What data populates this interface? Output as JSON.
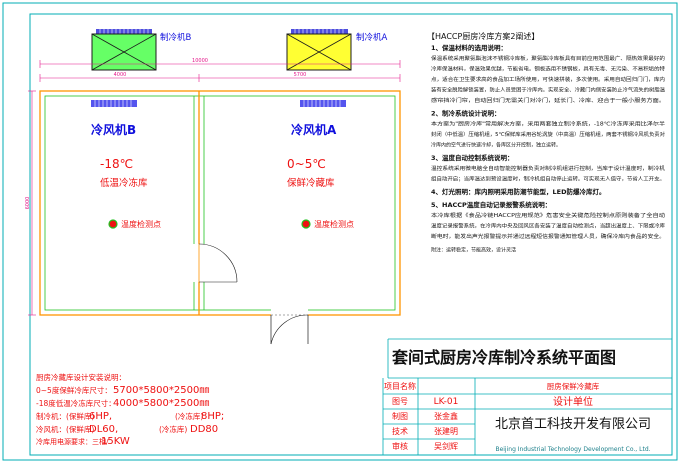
{
  "units": {
    "b_label": "制冷机B",
    "a_label": "制冷机A"
  },
  "dimensions": {
    "total": "10000",
    "left": "4000",
    "right": "5700",
    "height": "6000"
  },
  "rooms": {
    "b": {
      "fan": "冷风机B",
      "temp": "-18℃",
      "name": "低温冷冻库",
      "sensor": "温度检测点"
    },
    "a": {
      "fan": "冷风机A",
      "temp": "0~5℃",
      "name": "保鲜冷藏库",
      "sensor": "温度检测点"
    }
  },
  "plan": {
    "header": "【HACCP厨房冷库方案2阐述】",
    "sections": [
      {
        "title": "1、保温材料的选用说明：",
        "lines": [
          "保温系统采用聚氨酯泡沫不锈钢冷库板，聚氨酯冷库板具有目前应用范围最广、隔热效果最好的",
          "冷库保温材料，保温效果优越，节能省电。钢板选用不锈钢板，具有无毒、无污染、不易积垢的特",
          "点，适合在卫生要求高的食品加工场所使用，可快速拼装，多次使用。采用自动回归门门，库内",
          "装有安全脱险解锁装置，防止人员受困于冷库内。实现安全、冷藏门内侧安装防止冷气流失的树脂温",
          "感帘挡冷门帘，自动回归门无需关门对冷门，延长门、冷库、迎合于一般小服务方面。"
        ]
      },
      {
        "title": "2、制冷系统设计说明：",
        "lines": [
          "本方案为\"厨房冷库\"常用解决方案，采用两套独立制冷系统，-18℃冷冻库采用比泽尔半",
          "封闭（中低温）压缩机组，5℃保鲜库采用谷轮涡旋（中高温）压缩机组，两套不锈钢冷风机负责对",
          "冷库内的空气进行快速冷却，各库区分开控制，独立运转。"
        ]
      },
      {
        "title": "3、温度自动控制系统说明：",
        "lines": [
          "温控系统采用微电脑全自动智能控制器负责对制冷机组进行控制，当库于设计温度时，制冷机",
          "组自动开启；当库温达到预设温度时，制冷机组自动停止运转。可实现无人值守，节省人工开支。"
        ]
      },
      {
        "title": "4、灯光照明：库内照明采用防潮节能型，LED防爆冷库灯。",
        "lines": []
      },
      {
        "title": "5、HACCP温度自动记录报警系统说明：",
        "lines": [
          "本冷库根据《食品冷链HACCP应用规范》危害安全关键危险控制点原则装备了全自动",
          "温度记录报警系统，在冷库内中央及回风区各安装了温度自动检测点，当超出温度上、下限或冷库",
          "断电时，能发出声光报警提示并通过远程短信报警通知管理人员，确保冷库内食品的安全。"
        ]
      },
      {
        "title": "",
        "lines": [
          "附注：运转稳定，节能高效，设计灵活"
        ]
      }
    ]
  },
  "title_block": {
    "main_title": "套间式厨房冷库制冷系统平面图",
    "r1_label": "项目名称",
    "r1_value": "厨房保鲜冷藏库",
    "r2_label": "图号",
    "r2_value": "LK-01",
    "r2_right": "设计单位",
    "r3_label": "制图",
    "r3_value": "张金鑫",
    "r4_label": "技术",
    "r4_value": "张建明",
    "r5_label": "审核",
    "r5_value": "吴剑辉",
    "company_cn": "北京首工科技开发有限公司",
    "company_en": "Beijing Industrial Technology Development Co., Ltd."
  },
  "spec": {
    "title": "厨房冷藏库设计安装说明：",
    "line1_label": "0~5度保鲜冷库尺寸：",
    "line1_value": "5700*5800*2500㎜",
    "line2_label": "-18度低温冷冻库尺寸：",
    "line2_value": "4000*5800*2500㎜",
    "line3_a_label": "制冷机：(保鲜库)",
    "line3_a_value": "6HP,",
    "line3_b_label": "(冷冻库)",
    "line3_b_value": "8HP;",
    "line4_a_label": "冷风机：(保鲜库)",
    "line4_a_value": "DL60,",
    "line4_b_label": "(冷冻库)",
    "line4_b_value": "DD80",
    "line5_label": "冷库用电源要求：三相/",
    "line5_value": "15KW"
  },
  "colors": {
    "frame": "#00aeb5",
    "wall": "#ff9400",
    "green_line": "#21c321",
    "blue": "#1010dd",
    "red": "#ee1111",
    "unit_b": "#66ff66",
    "unit_a": "#ffff33",
    "fan": "#5555ee",
    "dim": "#e5178b",
    "sensor": "#ee1111"
  }
}
